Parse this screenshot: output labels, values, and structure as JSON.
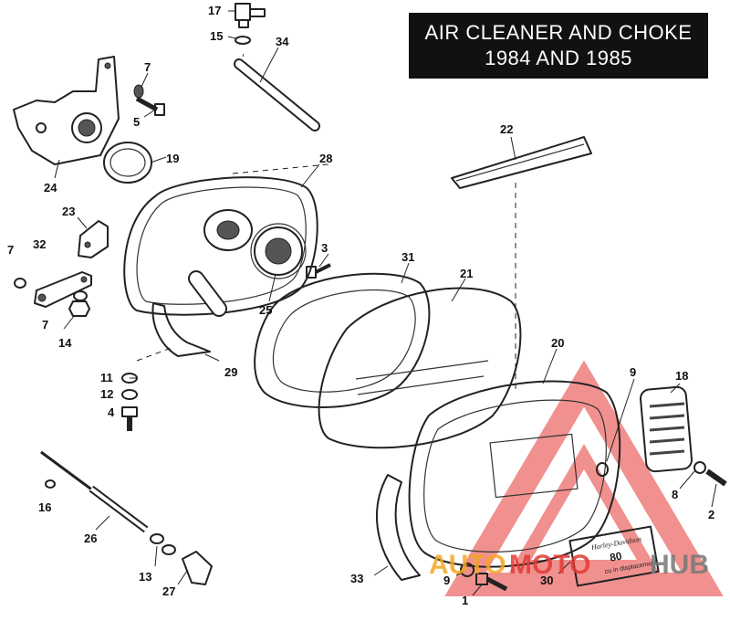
{
  "title": {
    "line1": "AIR CLEANER AND CHOKE",
    "line2": "1984 AND 1985"
  },
  "callouts": [
    {
      "id": "c17",
      "label": "17"
    },
    {
      "id": "c15",
      "label": "15"
    },
    {
      "id": "c34",
      "label": "34"
    },
    {
      "id": "c7a",
      "label": "7"
    },
    {
      "id": "c5",
      "label": "5"
    },
    {
      "id": "c22",
      "label": "22"
    },
    {
      "id": "c19",
      "label": "19"
    },
    {
      "id": "c28",
      "label": "28"
    },
    {
      "id": "c24",
      "label": "24"
    },
    {
      "id": "c23",
      "label": "23"
    },
    {
      "id": "c7b",
      "label": "7"
    },
    {
      "id": "c32",
      "label": "32"
    },
    {
      "id": "c3",
      "label": "3"
    },
    {
      "id": "c31",
      "label": "31"
    },
    {
      "id": "c25",
      "label": "25"
    },
    {
      "id": "c21",
      "label": "21"
    },
    {
      "id": "c7c",
      "label": "7"
    },
    {
      "id": "c14",
      "label": "14"
    },
    {
      "id": "c29",
      "label": "29"
    },
    {
      "id": "c20",
      "label": "20"
    },
    {
      "id": "c11",
      "label": "11"
    },
    {
      "id": "c12",
      "label": "12"
    },
    {
      "id": "c9a",
      "label": "9"
    },
    {
      "id": "c18",
      "label": "18"
    },
    {
      "id": "c4",
      "label": "4"
    },
    {
      "id": "c16",
      "label": "16"
    },
    {
      "id": "c8",
      "label": "8"
    },
    {
      "id": "c2",
      "label": "2"
    },
    {
      "id": "c26",
      "label": "26"
    },
    {
      "id": "c13",
      "label": "13"
    },
    {
      "id": "c27",
      "label": "27"
    },
    {
      "id": "c33",
      "label": "33"
    },
    {
      "id": "c9b",
      "label": "9"
    },
    {
      "id": "c30",
      "label": "30"
    },
    {
      "id": "c1",
      "label": "1"
    }
  ],
  "nameplate": {
    "brand": "Harley-Davidson",
    "sub": "cu in displacement",
    "number": "80"
  },
  "watermark": {
    "text_a": "AUTO",
    "text_b": "MOTO",
    "text_c": "HUB",
    "color_red": "#e53935",
    "color_orange": "#f5a623"
  }
}
